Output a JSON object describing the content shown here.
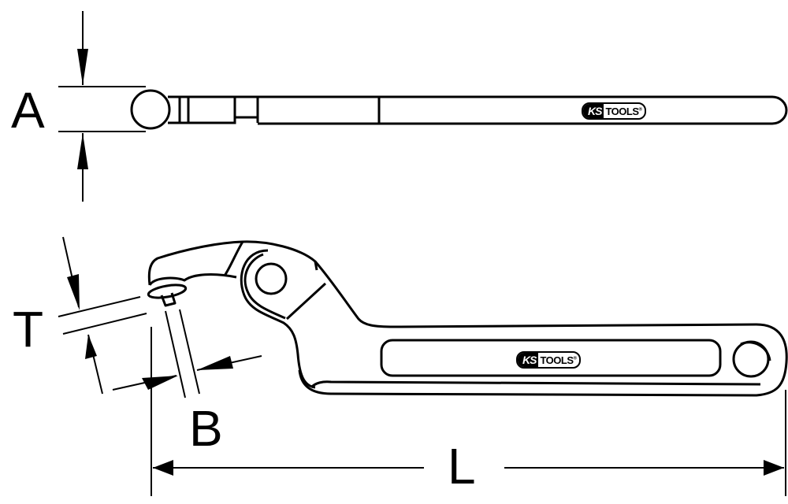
{
  "diagram": {
    "subject": "Hook spanner wrench (adjustable, hinged)",
    "views": [
      {
        "name": "top-view",
        "description": "Plan view of spanner showing thickness A"
      },
      {
        "name": "side-view",
        "description": "Profile view showing hook head, hinge, handle and hanging hole"
      }
    ],
    "dimensions": {
      "A": "A",
      "T": "T",
      "B": "B",
      "L": "L"
    },
    "brand": {
      "mark": "KS",
      "name": "TOOLS",
      "registered": "®"
    },
    "colors": {
      "line": "#000000",
      "background": "#ffffff"
    }
  }
}
